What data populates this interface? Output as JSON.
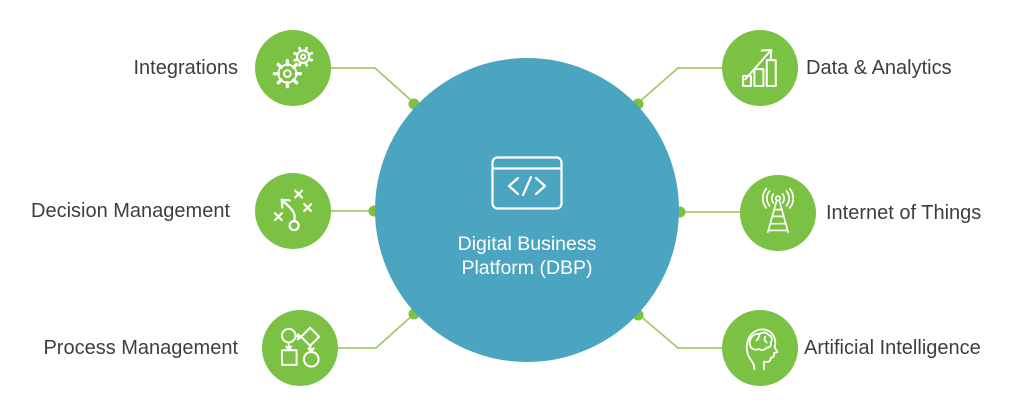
{
  "diagram": {
    "center": {
      "title": "Digital Business Platform (DBP)",
      "icon": "code-window-icon"
    },
    "nodes": {
      "left": [
        {
          "label": "Integrations",
          "icon": "gears-icon"
        },
        {
          "label": "Decision Management",
          "icon": "strategy-icon"
        },
        {
          "label": "Process Management",
          "icon": "flowchart-icon"
        }
      ],
      "right": [
        {
          "label": "Data & Analytics",
          "icon": "bar-chart-arrow-icon"
        },
        {
          "label": "Internet of Things",
          "icon": "radio-tower-icon"
        },
        {
          "label": "Artificial Intelligence",
          "icon": "head-brain-icon"
        }
      ]
    },
    "colors": {
      "node_green": "#7BC143",
      "connector_line_green": "#A4CA66",
      "connector_dot_green": "#7CC142",
      "center_teal": "#4BA5C0",
      "label_text": "#3E3E3E",
      "icon_stroke": "#FFFFFF"
    }
  }
}
